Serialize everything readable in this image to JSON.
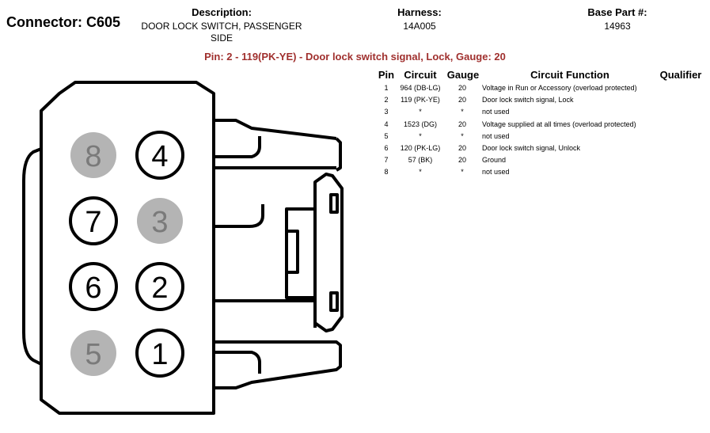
{
  "connector": {
    "label": "Connector: C605"
  },
  "description": {
    "header": "Description:",
    "lines": [
      "DOOR LOCK SWITCH, PASSENGER",
      "SIDE"
    ]
  },
  "harness": {
    "header": "Harness:",
    "value": "14A005"
  },
  "base_part": {
    "header": "Base Part #:",
    "value": "14963"
  },
  "pin_info": {
    "text": "Pin: 2 - 119(PK-YE) - Door lock switch signal, Lock, Gauge: 20",
    "color": "#a0302e"
  },
  "table": {
    "headers": {
      "pin": "Pin",
      "circuit": "Circuit",
      "gauge": "Gauge",
      "function": "Circuit Function",
      "qualifier": "Qualifier"
    },
    "rows": [
      {
        "pin": "1",
        "circuit": "964 (DB-LG)",
        "gauge": "20",
        "function": "Voltage in Run or Accessory (overload protected)"
      },
      {
        "pin": "2",
        "circuit": "119 (PK-YE)",
        "gauge": "20",
        "function": "Door lock switch signal, Lock"
      },
      {
        "pin": "3",
        "circuit": "*",
        "gauge": "*",
        "function": "not used"
      },
      {
        "pin": "4",
        "circuit": "1523 (DG)",
        "gauge": "20",
        "function": "Voltage supplied at all times (overload protected)"
      },
      {
        "pin": "5",
        "circuit": "*",
        "gauge": "*",
        "function": "not used"
      },
      {
        "pin": "6",
        "circuit": "120 (PK-LG)",
        "gauge": "20",
        "function": "Door lock switch signal, Unlock"
      },
      {
        "pin": "7",
        "circuit": "57 (BK)",
        "gauge": "20",
        "function": "Ground"
      },
      {
        "pin": "8",
        "circuit": "*",
        "gauge": "*",
        "function": "not used"
      }
    ]
  },
  "diagram": {
    "pins": [
      {
        "label": "8",
        "used": false
      },
      {
        "label": "4",
        "used": true
      },
      {
        "label": "7",
        "used": true
      },
      {
        "label": "3",
        "used": false
      },
      {
        "label": "6",
        "used": true
      },
      {
        "label": "2",
        "used": true
      },
      {
        "label": "5",
        "used": false
      },
      {
        "label": "1",
        "used": true
      }
    ],
    "colors": {
      "unused_fill": "#b4b4b4",
      "unused_text": "#7a7a7a",
      "outline": "#000000"
    }
  }
}
